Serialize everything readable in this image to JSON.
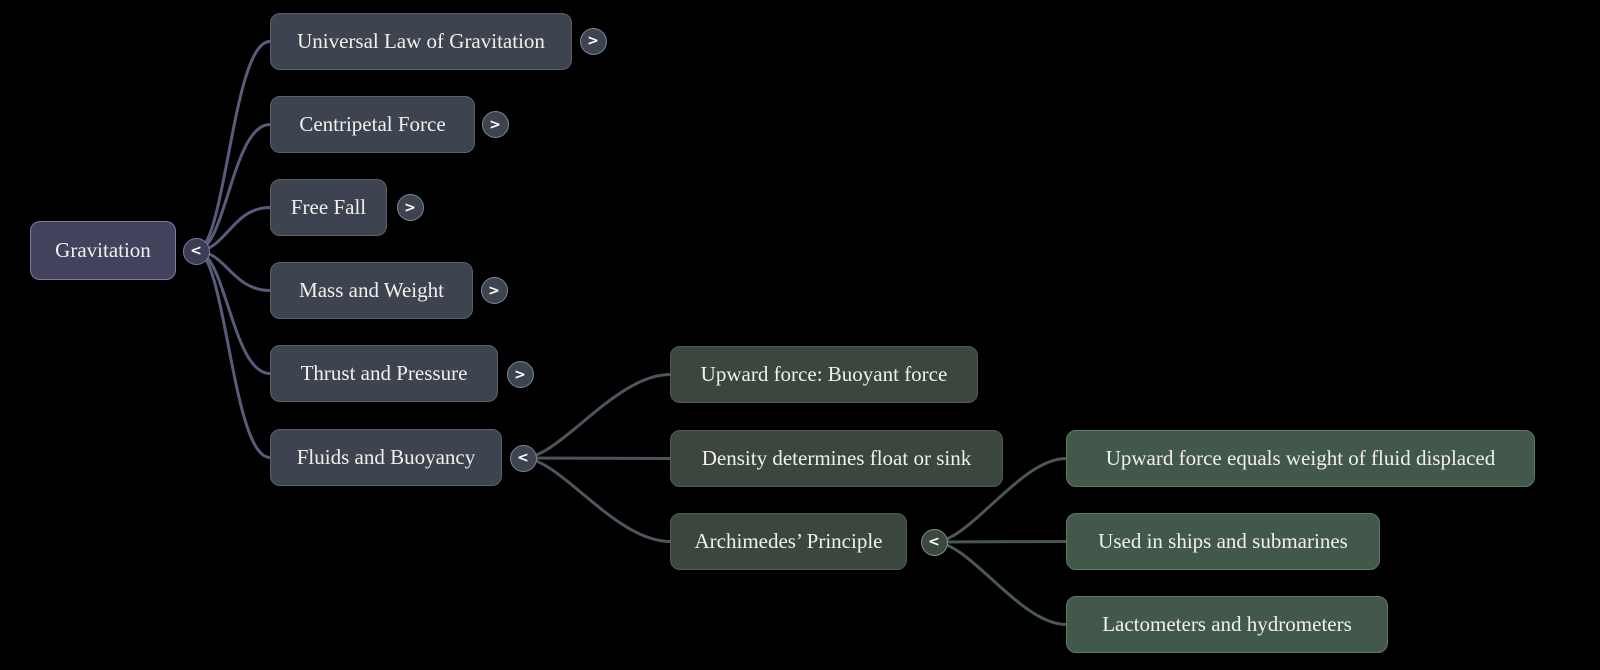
{
  "glyphs": {
    "expand": ">",
    "collapse": "<"
  },
  "palette": {
    "background": "#000000",
    "text": "#f1f0ec",
    "root_fill": "#42425c",
    "root_border": "#7d7d9e",
    "topic_fill": "#3d4450",
    "topic_border": "#57616f",
    "subtopic_fill": "#3a463e",
    "subtopic_border": "#4f5d53",
    "detail_fill": "#41584a",
    "detail_border": "#5d7a66",
    "edge_root": "#585c7b",
    "edge_subtopic": "#4c545e",
    "edge_detail": "#4b5850"
  },
  "nodes": [
    {
      "label": "Gravitation"
    },
    {
      "label": "Universal Law of Gravitation"
    },
    {
      "label": "Centripetal Force"
    },
    {
      "label": "Free Fall"
    },
    {
      "label": "Mass and Weight"
    },
    {
      "label": "Thrust and Pressure"
    },
    {
      "label": "Fluids and Buoyancy"
    },
    {
      "label": "Upward force: Buoyant force"
    },
    {
      "label": "Density determines float or sink"
    },
    {
      "label": "Archimedes’ Principle"
    },
    {
      "label": "Upward force equals weight of fluid displaced"
    },
    {
      "label": "Used in ships and submarines"
    },
    {
      "label": "Lactometers and hydrometers"
    }
  ]
}
